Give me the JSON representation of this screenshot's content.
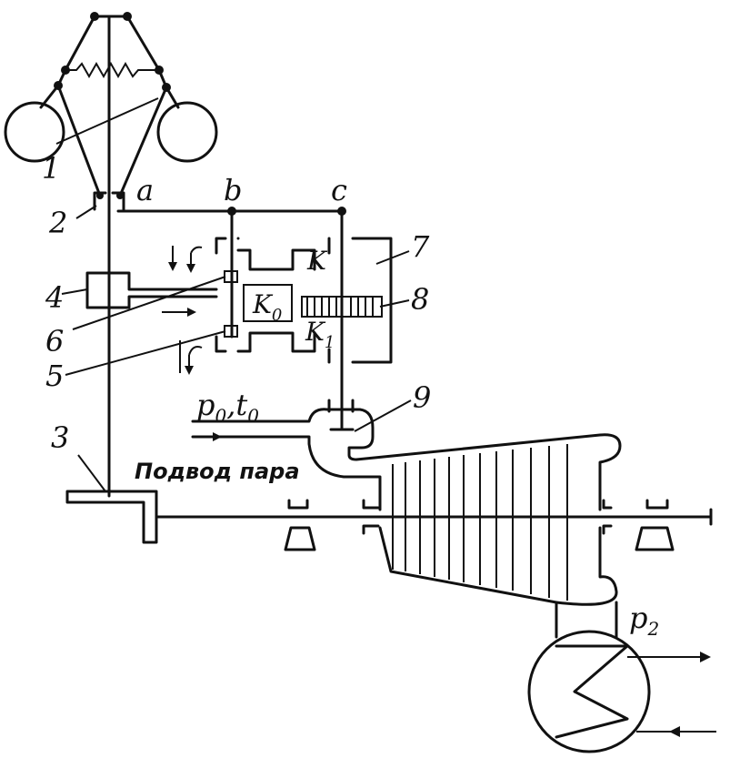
{
  "labels": {
    "n1": "1",
    "n2": "2",
    "n3": "3",
    "n4": "4",
    "n5": "5",
    "n6": "6",
    "n7": "7",
    "n8": "8",
    "n9": "9",
    "a": "a",
    "b": "b",
    "c": "c",
    "k": "K",
    "k0": "K",
    "k0_sub": "0",
    "k1": "K",
    "k1_sub": "1",
    "p0": "p",
    "p0_sub": "0",
    "t0": "t",
    "t0_sub": "0",
    "p0t0_sep": ",",
    "p2": "p",
    "p2_sub": "2",
    "steam_supply": "Подвод пара"
  }
}
